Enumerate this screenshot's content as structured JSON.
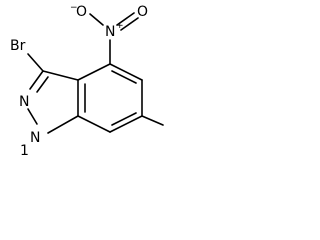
{
  "molecule": {
    "atom_labels": {
      "bromine": "Br",
      "nitrogen_2": "N",
      "nitrogen_1": "N",
      "hydrogen_1": "1",
      "nitro_nitrogen": "N",
      "nitro_nitrogen_charge": "+",
      "nitro_oxygen_1": "O",
      "nitro_oxygen_1_charge": "−",
      "nitro_oxygen_2": "O"
    },
    "line_color": "#000000",
    "background_color": "#ffffff"
  }
}
